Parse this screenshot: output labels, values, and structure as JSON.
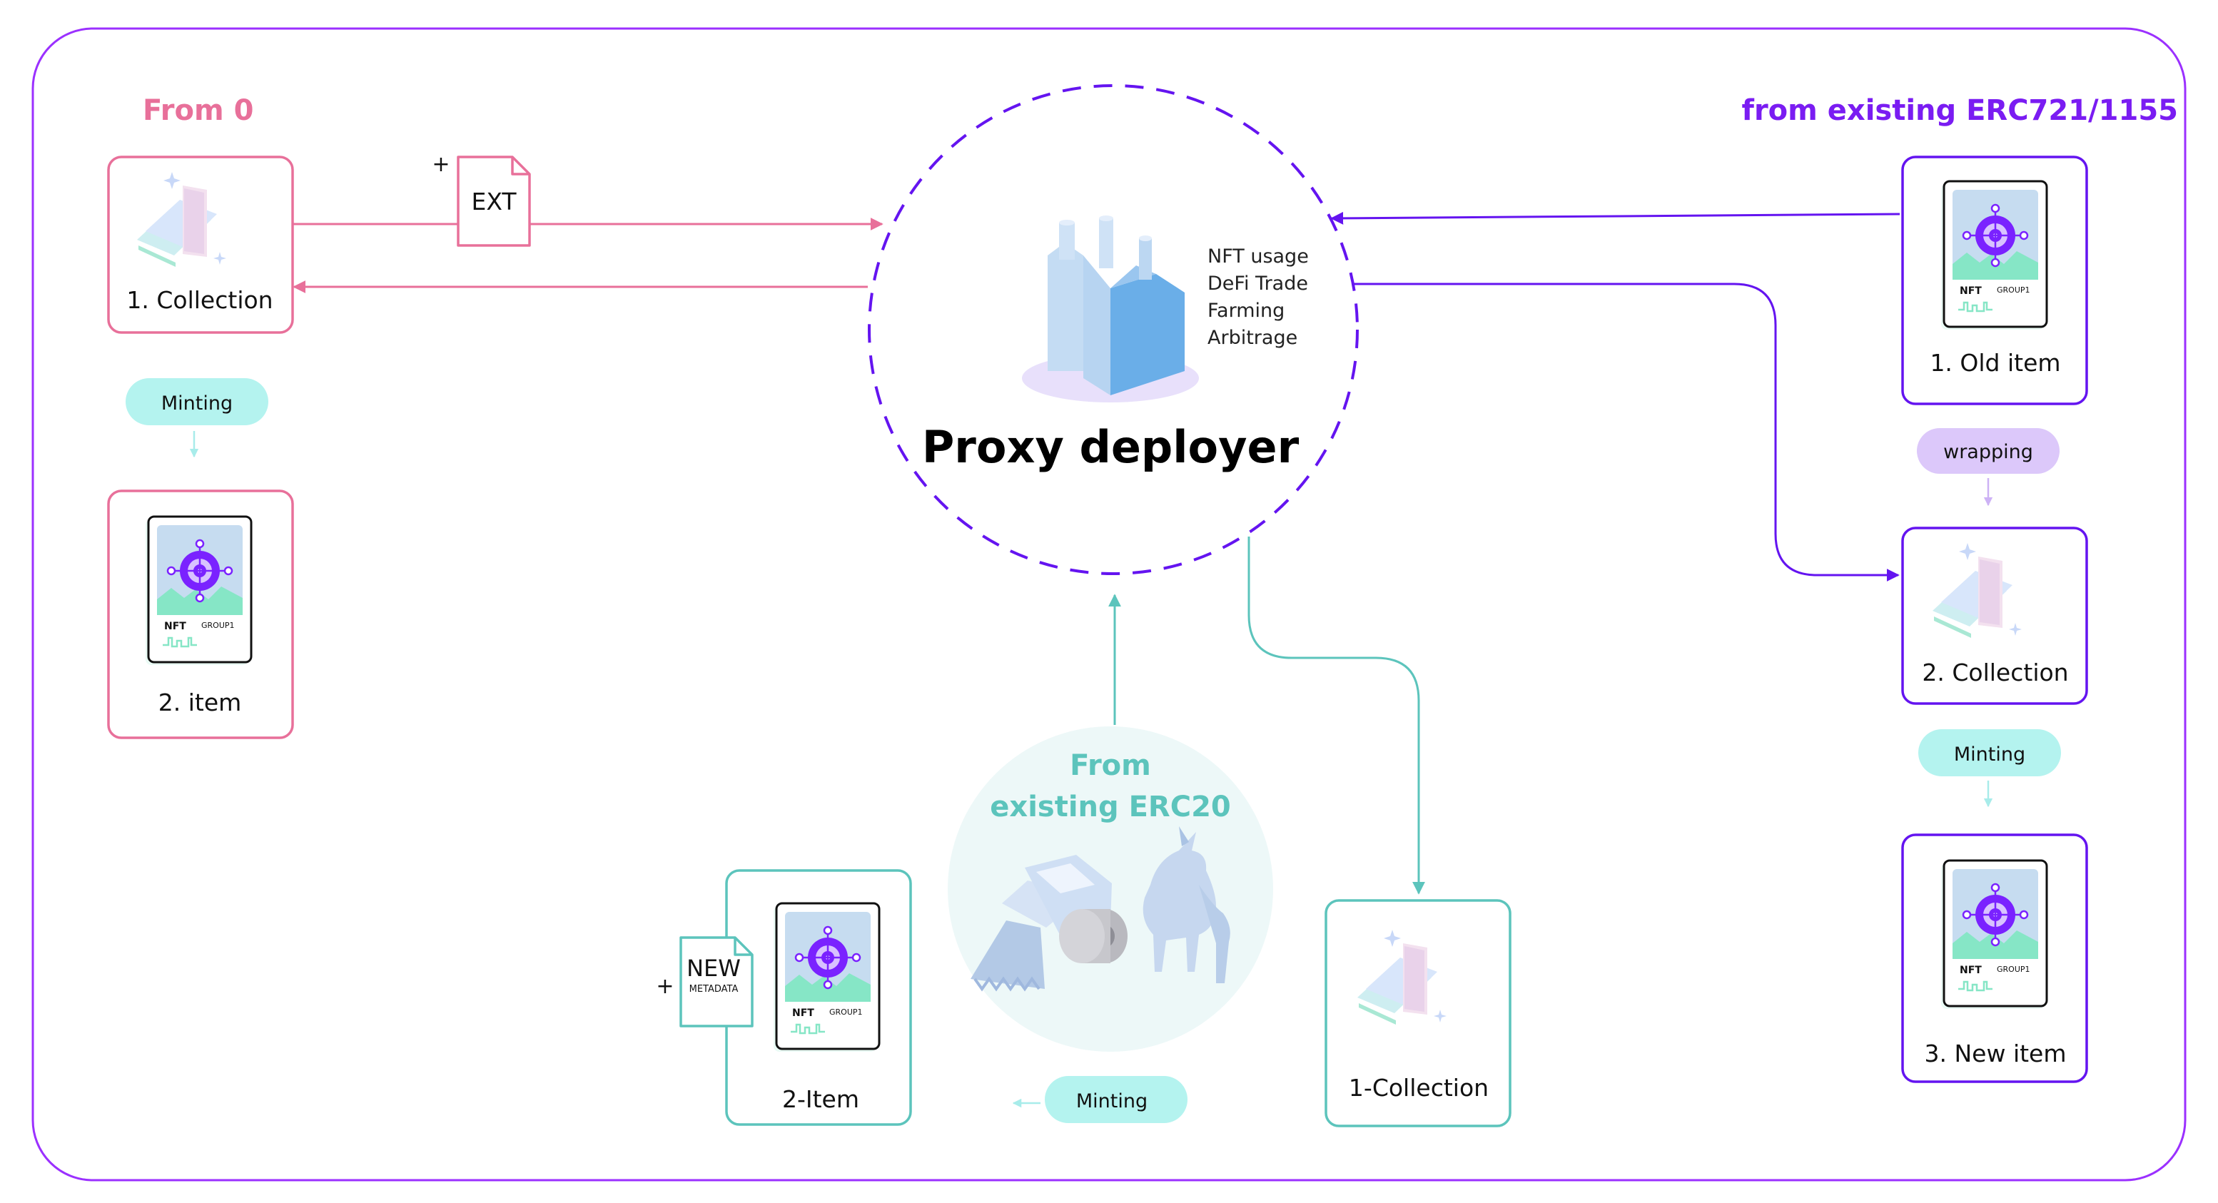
{
  "colors": {
    "frame": "#9b30ff",
    "pink": "#e8709a",
    "purple": "#6414f0",
    "teal": "#5cc4bc",
    "teal_fill": "#b4f3ef",
    "lilac_fill": "#dcc8fa",
    "card_blue": "#c6dcf0",
    "card_mint": "#86e6c6"
  },
  "sections": {
    "from_zero": "From 0",
    "from_erc721": "from existing ERC721/1155",
    "from_erc20_line1": "From",
    "from_erc20_line2": "existing ERC20"
  },
  "hub": {
    "title": "Proxy deployer",
    "uses": [
      "NFT usage",
      "DeFi Trade",
      "Farming",
      "Arbitrage"
    ]
  },
  "nodes": {
    "left_collection": "1. Collection",
    "left_item": "2. item",
    "right_old_item": "1. Old item",
    "right_collection": "2. Collection",
    "right_new_item": "3. New item",
    "bottom_item": "2-Item",
    "bottom_collection": "1-Collection"
  },
  "pills": {
    "minting": "Minting",
    "wrapping": "wrapping"
  },
  "docs": {
    "ext": "EXT",
    "new": "NEW",
    "metadata": "METADATA",
    "plus": "+"
  },
  "nft_card": {
    "brand": "NFT",
    "group": "GROUP1"
  }
}
